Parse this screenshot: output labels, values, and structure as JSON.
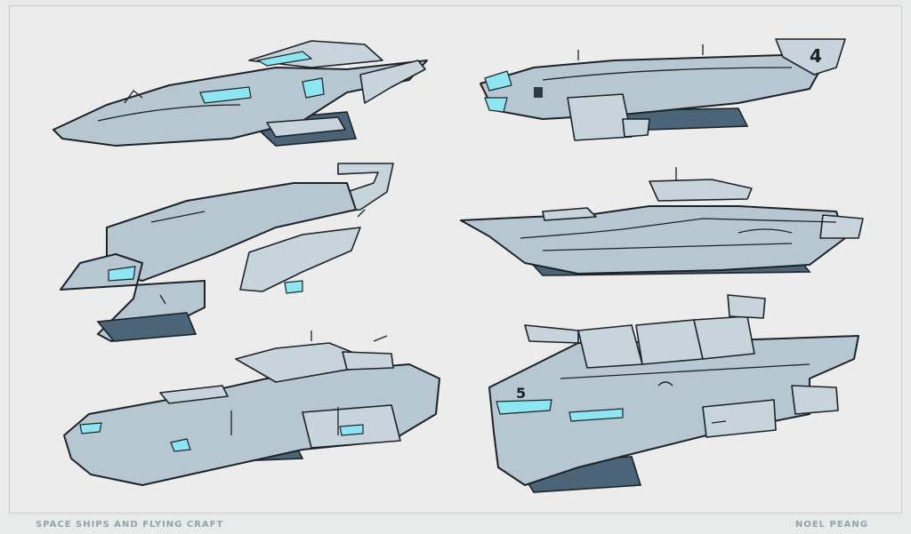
{
  "footer": {
    "title": "Space Ships and Flying Craft",
    "artist": "Noel Peang"
  },
  "ships": [
    {
      "marking": ""
    },
    {
      "marking": "4"
    },
    {
      "marking": ""
    },
    {
      "marking": ""
    },
    {
      "marking": ""
    },
    {
      "marking": "5"
    }
  ],
  "colors": {
    "background": "#e9eaea",
    "hull": "#b7c7d1",
    "shadow": "#4b6478",
    "glow": "#8ee6f2",
    "ink": "#1c2228",
    "caption": "#8ea3b3"
  }
}
